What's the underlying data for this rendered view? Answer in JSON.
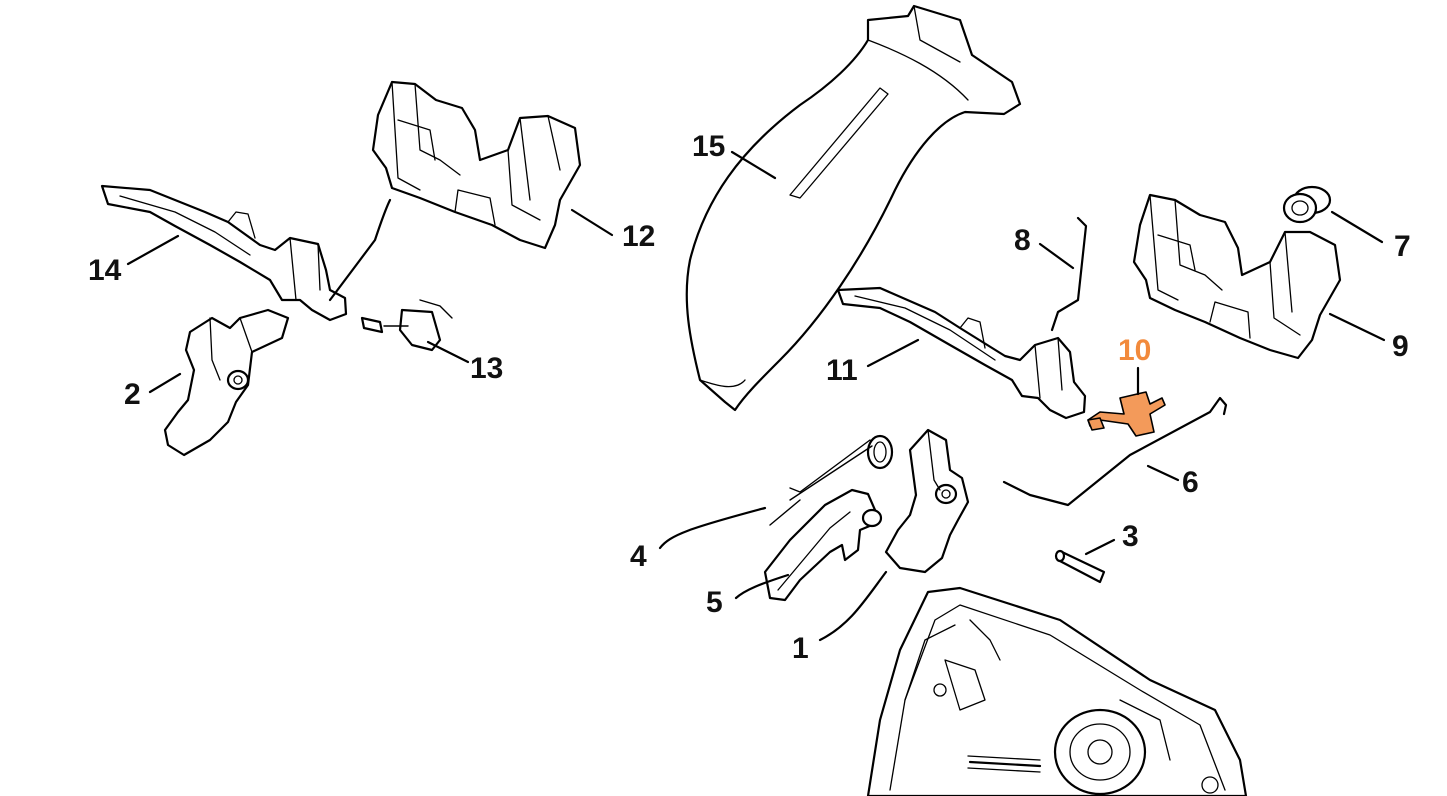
{
  "diagram": {
    "highlight_color": "#f28a3c",
    "callouts": [
      {
        "id": "1",
        "label": "1"
      },
      {
        "id": "2",
        "label": "2"
      },
      {
        "id": "3",
        "label": "3"
      },
      {
        "id": "4",
        "label": "4"
      },
      {
        "id": "5",
        "label": "5"
      },
      {
        "id": "6",
        "label": "6"
      },
      {
        "id": "7",
        "label": "7"
      },
      {
        "id": "8",
        "label": "8"
      },
      {
        "id": "9",
        "label": "9"
      },
      {
        "id": "10",
        "label": "10",
        "highlighted": true
      },
      {
        "id": "11",
        "label": "11"
      },
      {
        "id": "12",
        "label": "12"
      },
      {
        "id": "13",
        "label": "13"
      },
      {
        "id": "14",
        "label": "14"
      },
      {
        "id": "15",
        "label": "15"
      }
    ]
  }
}
